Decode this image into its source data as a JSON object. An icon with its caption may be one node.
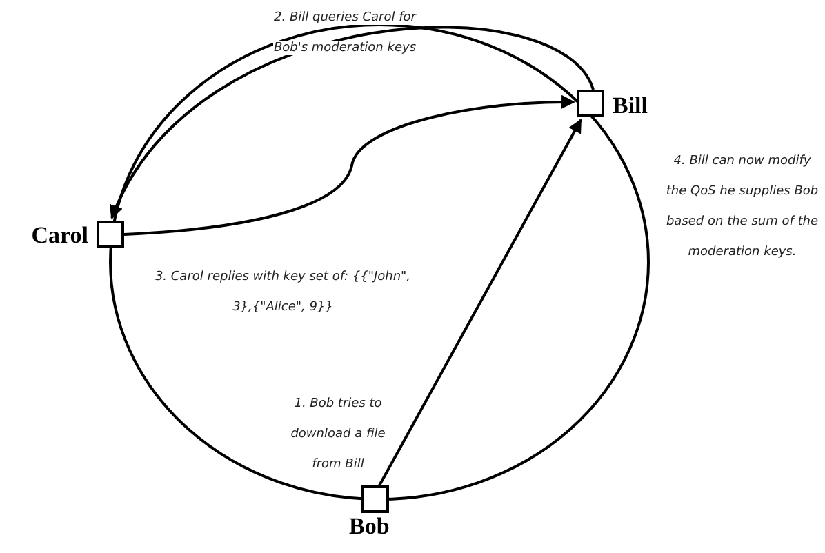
{
  "diagram": {
    "nodes": [
      {
        "text": [
          "Bill"
        ]
      },
      {
        "text": [
          "Carol"
        ]
      },
      {
        "text": [
          "Bob"
        ]
      }
    ],
    "edges": [
      {
        "from": 2,
        "to": 0,
        "arrow": "to",
        "label": "1. Bob tries to download a file from Bill"
      },
      {
        "from": 0,
        "to": 1,
        "arrow": "to",
        "label": "2. Bill queries Carol for Bob's moderation keys"
      },
      {
        "from": 1,
        "to": 0,
        "arrow": "to",
        "label": "3. Carol replies with key set of: {{\"John\", 3},{\"Alice\", 9}}"
      }
    ],
    "labels": [
      "4. Bill can now modify the QoS he supplies Bob based on the sum of the moderation keys."
    ]
  }
}
